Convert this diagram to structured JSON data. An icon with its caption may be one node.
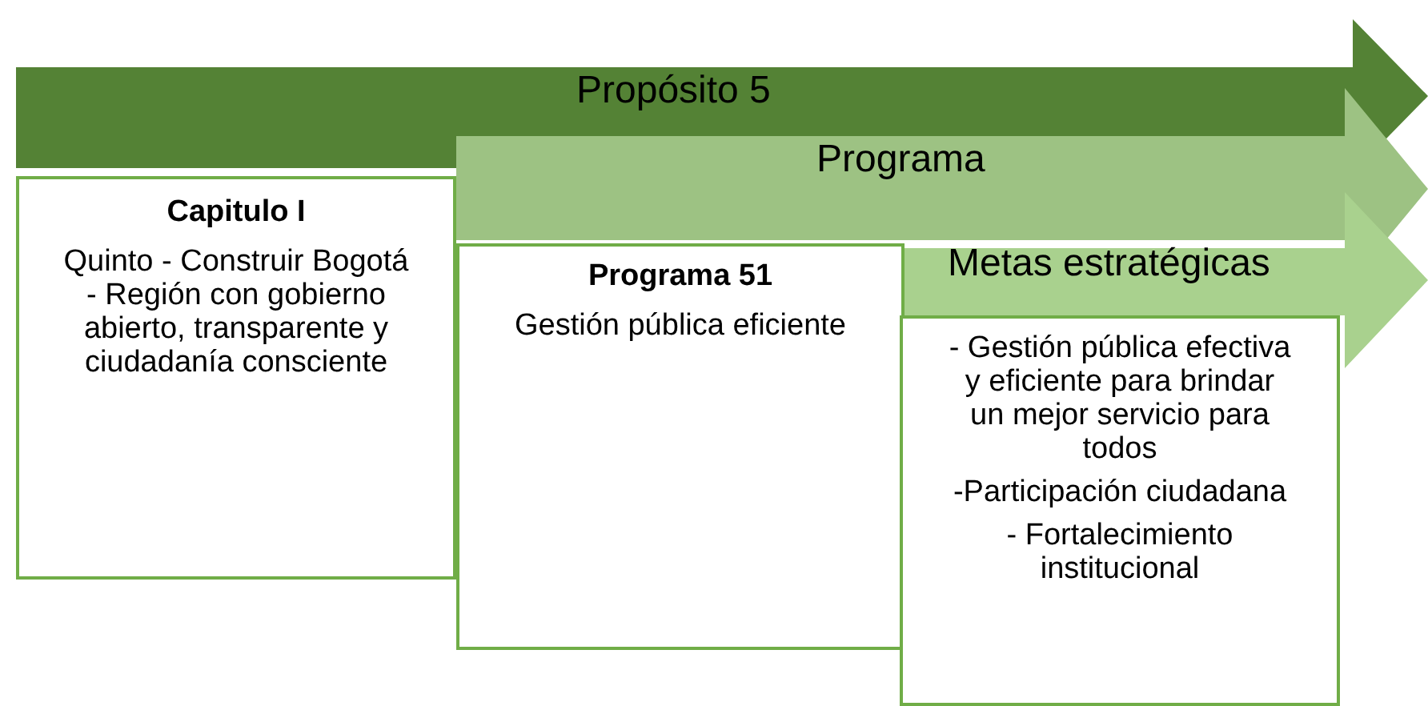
{
  "diagram": {
    "nodes": [
      {
        "text": [
          "Propósito 5"
        ]
      },
      {
        "text": [
          "Capitulo I",
          "Quinto - Construir Bogotá - Región con gobierno abierto, transparente y ciudadanía consciente"
        ]
      },
      {
        "text": [
          "Programa"
        ]
      },
      {
        "text": [
          "Programa 51",
          "Gestión pública eficiente"
        ]
      },
      {
        "text": [
          "Metas estratégicas"
        ]
      },
      {
        "text": [
          "- Gestión pública efectiva y eficiente para brindar un mejor servicio para todos",
          "-Participación ciudadana",
          "- Fortalecimiento institucional"
        ]
      }
    ]
  }
}
